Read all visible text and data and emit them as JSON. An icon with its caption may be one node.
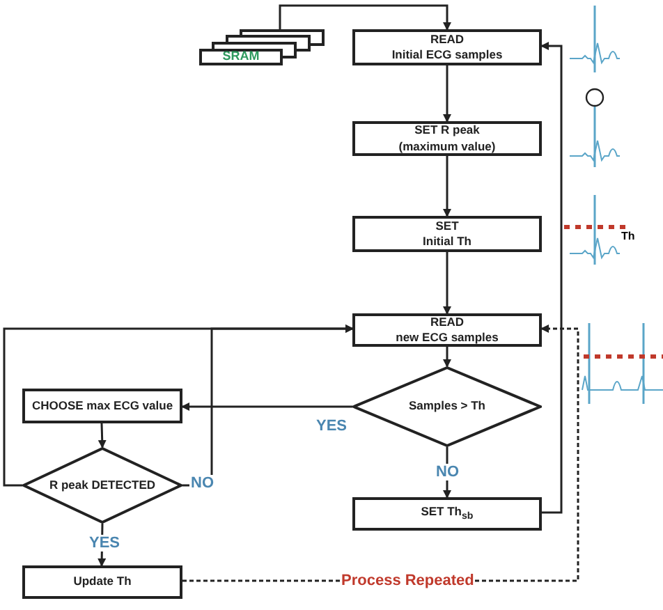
{
  "diagram": {
    "nodes": [
      {
        "text": [
          "SRAM"
        ]
      },
      {
        "text": [
          "READ",
          "Initial ECG samples"
        ]
      },
      {
        "text": [
          "SET R peak",
          "(maximum value)"
        ]
      },
      {
        "text": [
          "SET",
          "Initial Th"
        ]
      },
      {
        "text": [
          "READ",
          "new ECG samples"
        ]
      },
      {
        "text": [
          "Samples > Th"
        ]
      },
      {
        "text": [
          "CHOOSE max ECG value"
        ]
      },
      {
        "text": [
          "R peak DETECTED"
        ]
      },
      {
        "text": [
          "SET Th$_{sb}$"
        ]
      },
      {
        "text": [
          "Update Th"
        ]
      }
    ],
    "edges": [
      {
        "from": 0,
        "to": 1,
        "arrow": "to"
      },
      {
        "from": 1,
        "to": 2,
        "arrow": "to"
      },
      {
        "from": 2,
        "to": 3,
        "arrow": "to"
      },
      {
        "from": 3,
        "to": 4,
        "arrow": "to"
      },
      {
        "from": 4,
        "to": 5,
        "arrow": "to"
      },
      {
        "from": 5,
        "to": 6,
        "arrow": "to",
        "label": "YES"
      },
      {
        "from": 5,
        "to": 8,
        "arrow": "to",
        "label": "NO"
      },
      {
        "from": 6,
        "to": 7,
        "arrow": "to"
      },
      {
        "from": 7,
        "to": 4,
        "arrow": "to",
        "label": "NO"
      },
      {
        "from": 7,
        "to": 4,
        "arrow": "to"
      },
      {
        "from": 7,
        "to": 9,
        "arrow": "to",
        "label": "YES"
      },
      {
        "from": 8,
        "to": 1,
        "arrow": "to"
      },
      {
        "from": 9,
        "to": 4,
        "arrow": "to",
        "label": "Process Repeated",
        "style": "dashed"
      }
    ],
    "labels": [
      "Th"
    ]
  }
}
